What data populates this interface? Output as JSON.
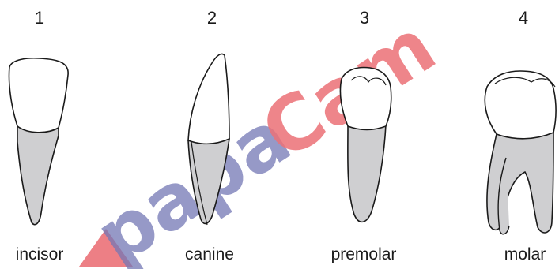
{
  "teeth": [
    {
      "number": "1",
      "name": "incisor"
    },
    {
      "number": "2",
      "name": "canine"
    },
    {
      "number": "3",
      "name": "premolar"
    },
    {
      "number": "4",
      "name": "molar"
    }
  ],
  "watermark": {
    "text": "papaCam",
    "color_red": "#e8585f",
    "color_blue": "#5b5fa8"
  },
  "colors": {
    "root_fill": "#cfcfd1",
    "crown_fill": "#ffffff",
    "outline": "#1a1a1a"
  }
}
